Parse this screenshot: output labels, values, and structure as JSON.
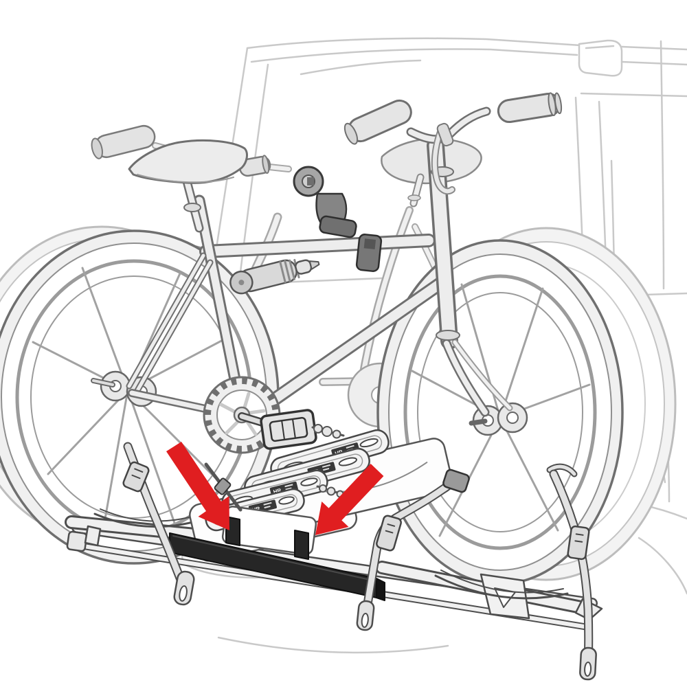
{
  "page": {
    "background": "#ffffff",
    "alt_text": "Line-art diagram of two bicycles loaded on a hitch platform bike rack behind an SUV, with two red arrows pointing at the black stabilizer bar between the wheel trays"
  },
  "colors": {
    "vehicle_line": "#c9c9c9",
    "bike_outline": "#6f6f6f",
    "bike_outline_soft": "#a8a8a8",
    "bike_fill": "#ededed",
    "rack_outline": "#4a4a4a",
    "rack_fill": "#f2f2f2",
    "plate_fill": "#ffffff",
    "clamp_gray": "#8a8a8a",
    "bar_black": "#262626",
    "arrow_red": "#e01e20",
    "badge_bg": "#383838",
    "badge_text_color": "#ffffff"
  },
  "scene": {
    "vehicle_label": "SUV rear outline",
    "bike_count": 2,
    "rack_label": "hitch platform bike rack",
    "bar_label": "stabilizer bar",
    "badge_text": "HR",
    "arrows": [
      {
        "name": "left-arrow",
        "points_to": "stabilizer bar",
        "direction": "down-right"
      },
      {
        "name": "right-arrow",
        "points_to": "stabilizer bar",
        "direction": "down-left"
      }
    ]
  }
}
